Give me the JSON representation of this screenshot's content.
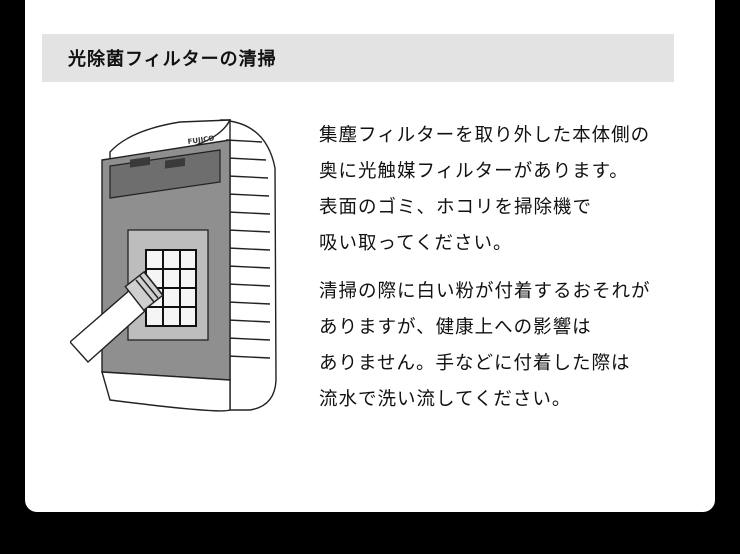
{
  "section": {
    "title": "光除菌フィルターの清掃"
  },
  "illustration": {
    "brand": "FUJICO"
  },
  "paragraphs": [
    {
      "lines": [
        "集塵フィルターを取り外した本体側の",
        "奥に光触媒フィルターがあります。",
        "表面のゴミ、ホコリを掃除機で",
        "吸い取ってください。"
      ]
    },
    {
      "lines": [
        "清掃の際に白い粉が付着するおそれが",
        "ありますが、健康上への影響は",
        "ありません。手などに付着した際は",
        "流水で洗い流してください。"
      ]
    }
  ],
  "colors": {
    "background": "#000000",
    "card": "#ffffff",
    "title_bar": "#e3e3e3",
    "text": "#111111"
  }
}
